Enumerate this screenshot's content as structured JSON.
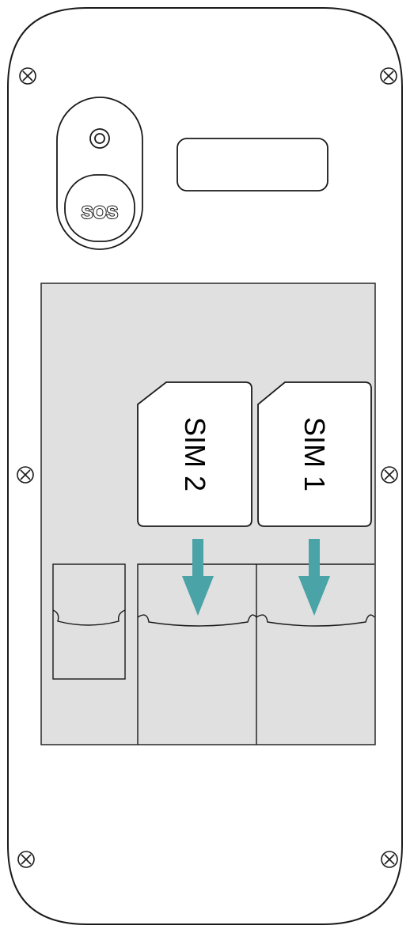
{
  "diagram": {
    "sos_button": {
      "label": "SOS"
    },
    "sim_cards": [
      {
        "label": "SIM 2"
      },
      {
        "label": "SIM 1"
      }
    ],
    "colors": {
      "outline": "#1a1a1a",
      "tray_fill": "#e0e0e0",
      "card_fill": "#ffffff",
      "arrow": "#4aa3a6"
    }
  }
}
